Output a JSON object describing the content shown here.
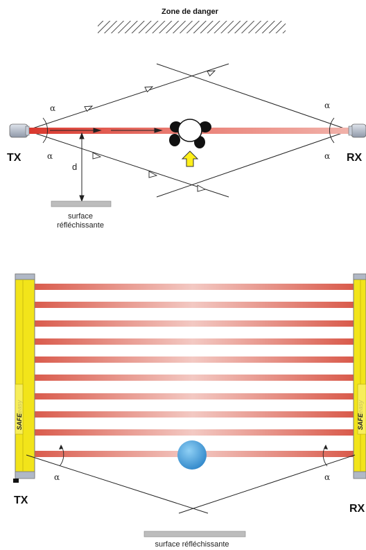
{
  "top_diagram": {
    "danger_zone_label": "Zone de danger",
    "alpha": "α",
    "tx_label": "TX",
    "rx_label": "RX",
    "distance_label": "d",
    "surface_line1": "surface",
    "surface_line2": "réfléchissante"
  },
  "bottom_diagram": {
    "alpha": "α",
    "tx_label": "TX",
    "rx_label": "RX",
    "brand_label": "SAFE",
    "brand_suffix": "easy",
    "beam_count": 10,
    "surface_label": "surface réfléchissante"
  },
  "colors": {
    "beam": "#d9594a",
    "beam_light": "#f3c9c3",
    "sensor_yellow": "#f2e41a",
    "sensor_grey": "#b0b8c6",
    "arrow_yellow": "#ffef1a",
    "object_blue": "#3e9bd8",
    "surface_grey": "#bdbdbd"
  }
}
